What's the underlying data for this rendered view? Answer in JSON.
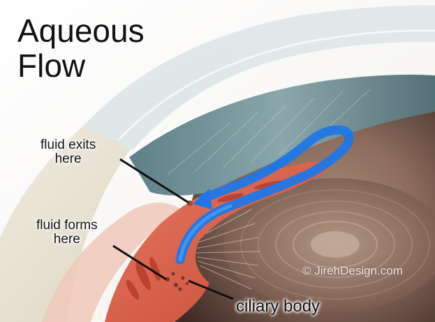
{
  "title": {
    "line1": "Aqueous",
    "line2": "Flow"
  },
  "labels": {
    "fluid_exits": {
      "line1": "fluid exits",
      "line2": "here"
    },
    "fluid_forms": {
      "line1": "fluid forms",
      "line2": "here"
    },
    "ciliary_body": "ciliary body"
  },
  "credit": "© JirehDesign.com",
  "colors": {
    "background": "#ffffff",
    "sclera": "#e9e4d6",
    "cornea": "#d8e2e4",
    "iris": "#6f8f95",
    "lens": "#7a5a4c",
    "ciliary_body": "#d9604a",
    "flow_arrow": "#1f77e6",
    "label_text": "#111111"
  }
}
